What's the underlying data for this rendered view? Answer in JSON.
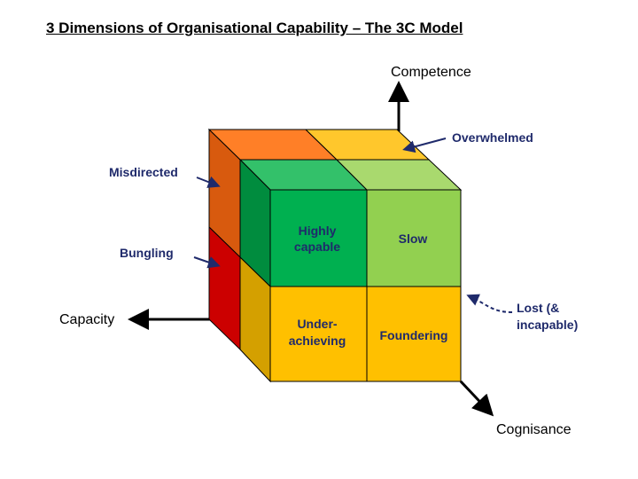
{
  "title": "3 Dimensions of Organisational Capability – The 3C Model",
  "axes": {
    "competence": "Competence",
    "capacity": "Capacity",
    "cognisance": "Cognisance"
  },
  "cells": {
    "highly_capable_line1": "Highly",
    "highly_capable_line2": "capable",
    "slow": "Slow",
    "under_achieving_line1": "Under-",
    "under_achieving_line2": "achieving",
    "foundering": "Foundering"
  },
  "callouts": {
    "overwhelmed": "Overwhelmed",
    "misdirected": "Misdirected",
    "bungling": "Bungling",
    "lost_line1": "Lost (&",
    "lost_line2": "incapable)"
  },
  "colors": {
    "label_navy": "#1f2a6b",
    "green_dark": "#00b050",
    "green_light": "#92d050",
    "amber": "#ffc000",
    "orange": "#ff7f27",
    "red": "#cc0000"
  }
}
